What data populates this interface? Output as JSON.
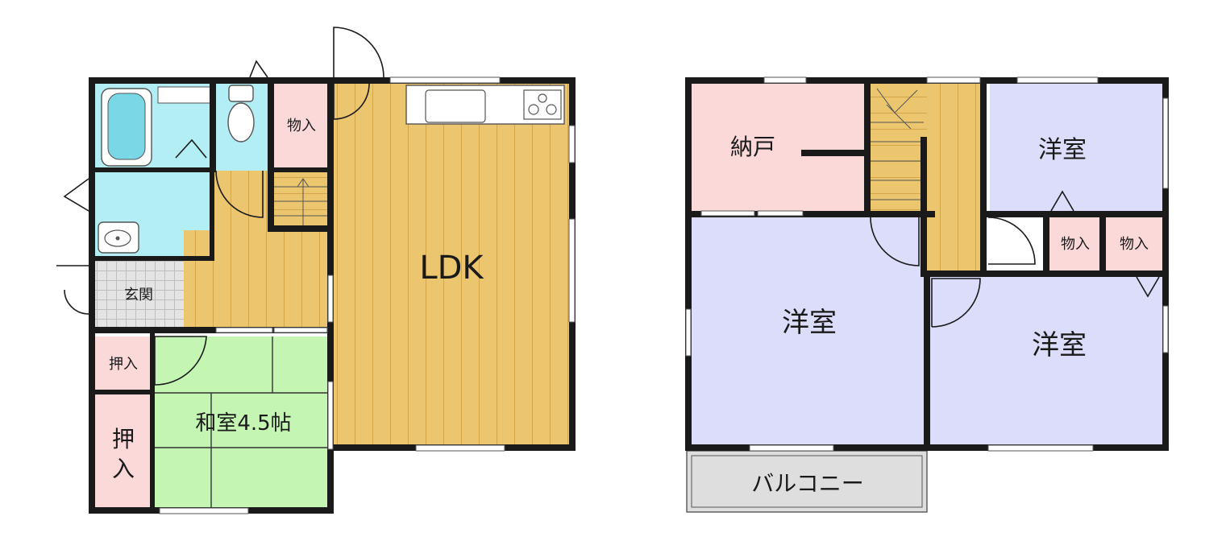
{
  "floor1": {
    "rooms": {
      "ldk": "LDK",
      "storage_1f": "物入",
      "entrance": "玄関",
      "closet_small": "押入",
      "closet_tall_line1": "押",
      "closet_tall_line2": "入",
      "washitsu": "和室4.5帖"
    }
  },
  "floor2": {
    "rooms": {
      "nando": "納戸",
      "western_ne": "洋室",
      "western_sw": "洋室",
      "western_se": "洋室",
      "storage_a": "物入",
      "storage_b": "物入",
      "balcony": "バルコニー"
    }
  },
  "colors": {
    "wood_floor": "#ebc66f",
    "wood_line": "#d9ac4e",
    "wet_area": "#b3eef5",
    "bath": "#7ad8e6",
    "storage_pink": "#fcd9d9",
    "tatami": "#c5f5b3",
    "entrance_tile": "#e2e2e2",
    "western": "#dcdcfb",
    "balcony": "#dedede",
    "wall": "#1a1a1a"
  }
}
